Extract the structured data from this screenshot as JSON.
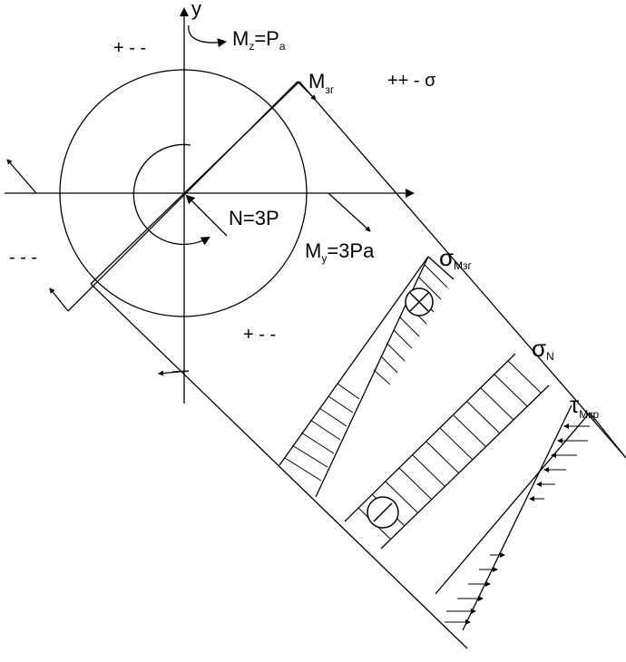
{
  "labels": {
    "y_axis": "y",
    "mz_main": "M",
    "mz_sub": "z",
    "mz_eq": "=P",
    "mz_eq_sub": "a",
    "mzg_main": "M",
    "mzg_sub": "зг",
    "sign_top_left": "+ - -",
    "sign_top_right": "++ - σ",
    "sign_left": "- - -",
    "sign_bottom": "+ - -",
    "n_force": "N=3P",
    "my_main": "M",
    "my_sub": "y",
    "my_eq": "=3Pa",
    "sigma_mzg_main": "σ",
    "sigma_mzg_sub": "Mзг",
    "sigma_n_main": "σ",
    "sigma_n_sub": "N",
    "tau_main": "τ",
    "tau_sub": "Mкр"
  },
  "symbols": {
    "plus_circle": "plus-in-circle",
    "minus_circle": "minus-in-circle"
  }
}
